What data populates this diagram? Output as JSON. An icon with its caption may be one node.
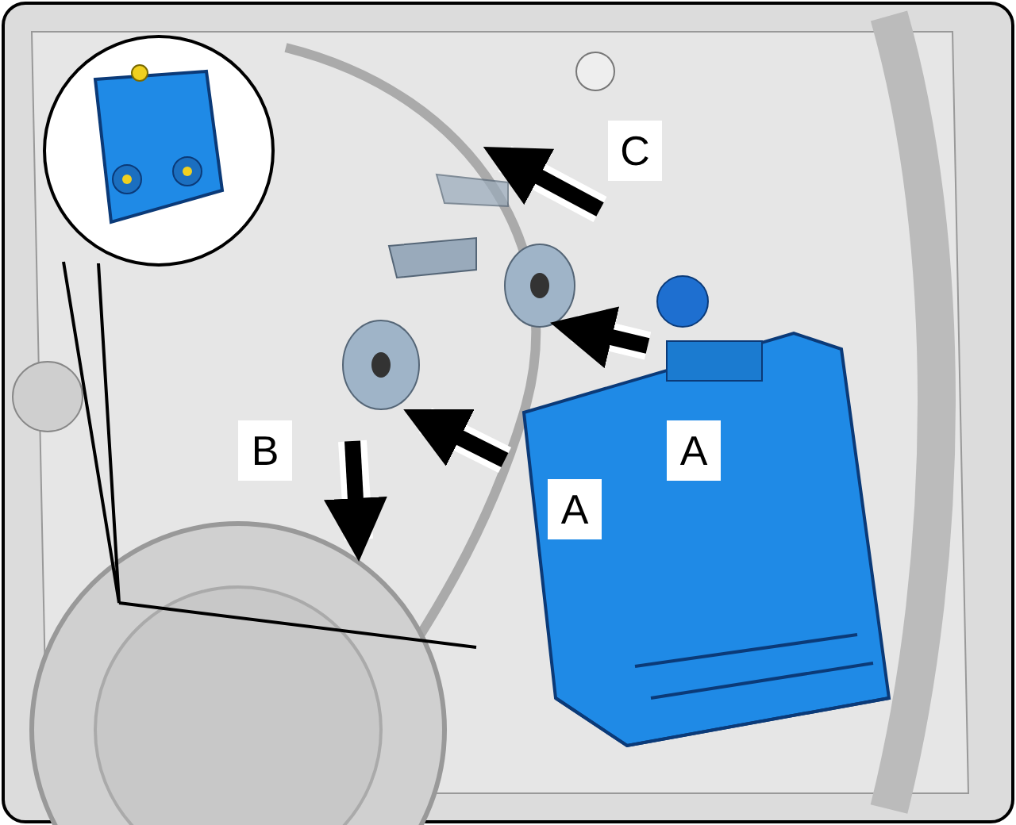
{
  "diagram": {
    "labels": [
      "C",
      "B",
      "A",
      "A"
    ]
  }
}
